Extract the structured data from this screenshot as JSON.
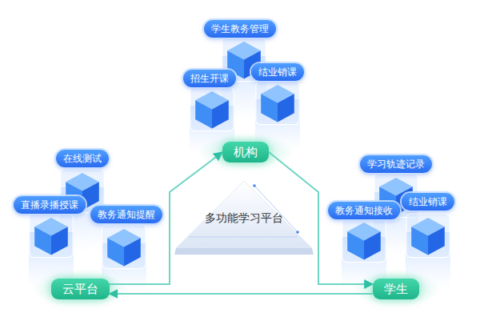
{
  "diagram": {
    "nodes": [
      {
        "text": [
          "学生教务管理"
        ]
      },
      {
        "text": [
          "招生开课"
        ]
      },
      {
        "text": [
          "结业销课"
        ]
      },
      {
        "text": [
          "机构"
        ]
      },
      {
        "text": [
          "在线测试"
        ]
      },
      {
        "text": [
          "学习轨迹记录"
        ]
      },
      {
        "text": [
          "直播录播授课"
        ]
      },
      {
        "text": [
          "教务通知提醒"
        ]
      },
      {
        "text": [
          "教务通知接收"
        ]
      },
      {
        "text": [
          "结业销课"
        ]
      },
      {
        "text": [
          "多功能学习平台"
        ]
      },
      {
        "text": [
          "云平台"
        ]
      },
      {
        "text": [
          "学生"
        ]
      }
    ],
    "edges": [
      {
        "from": 11,
        "to": 3,
        "arrow": "to"
      },
      {
        "from": 3,
        "to": 12,
        "arrow": "to"
      },
      {
        "from": 12,
        "to": 11,
        "arrow": "to"
      }
    ]
  }
}
